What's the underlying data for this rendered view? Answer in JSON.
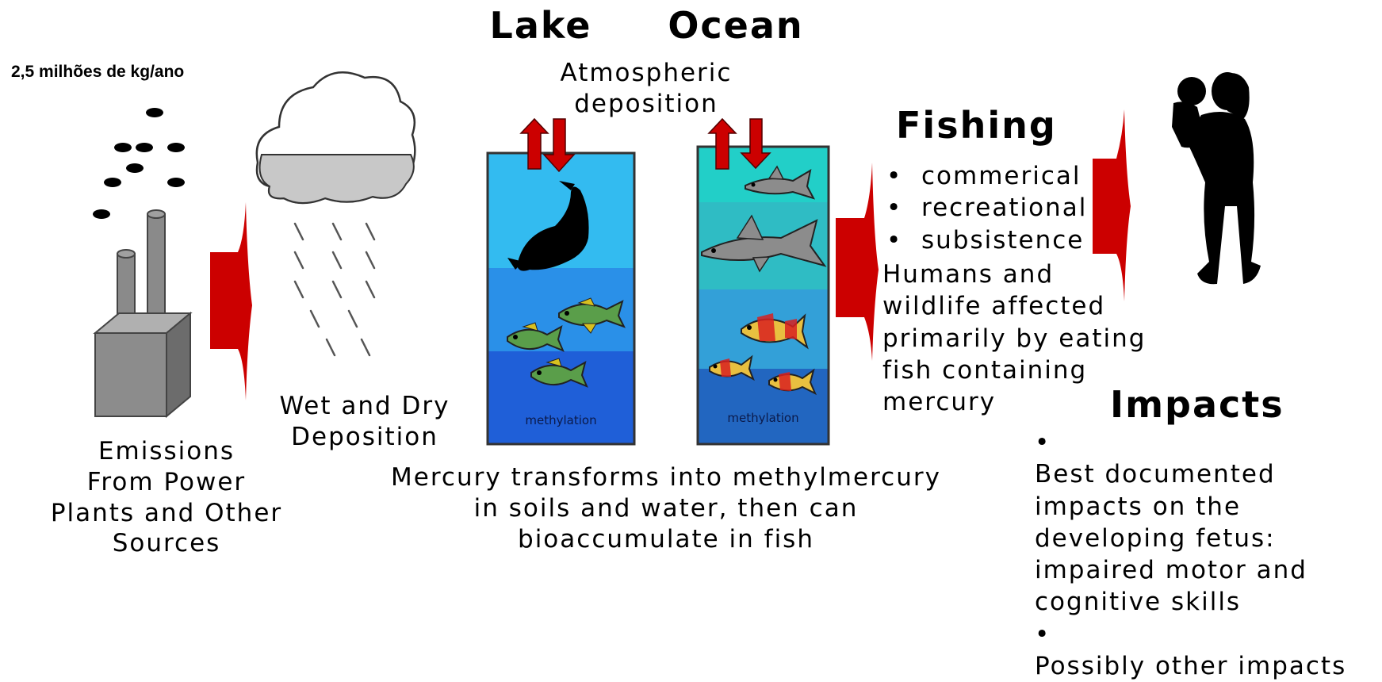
{
  "header": {
    "lake": "Lake",
    "ocean": "Ocean",
    "atmospheric": [
      "Atmospheric",
      "deposition"
    ]
  },
  "top_left_label": "2,5 milhões de kg/ano",
  "emissions_caption": [
    "Emissions",
    "From Power",
    "Plants and Other",
    "Sources"
  ],
  "deposition_caption": [
    "Wet and Dry",
    "Deposition"
  ],
  "lake_tank_label": "methylation",
  "ocean_tank_label": "methylation",
  "transform_caption": [
    "Mercury transforms into methylmercury",
    "in soils and water, then can",
    "bioaccumulate in fish"
  ],
  "fishing": {
    "title": "Fishing",
    "bullets": [
      "commerical",
      "recreational",
      "subsistence"
    ],
    "body": [
      "Humans and",
      "wildlife affected",
      "primarily by eating",
      "fish containing",
      "mercury"
    ]
  },
  "impacts": {
    "title": "Impacts",
    "body": [
      "Best documented",
      "impacts on the",
      "developing fetus:",
      "impaired motor and",
      "cognitive skills",
      "Possibly other impacts"
    ]
  },
  "colors": {
    "arrow": "#cc0000",
    "lake_top": "#33bbf0",
    "lake_mid": "#2a90e8",
    "lake_bottom": "#1f5fd8",
    "ocean_top": "#22cfc8",
    "ocean_mid": "#33a8d8",
    "ocean_bottom": "#2266c0",
    "factory": "#8a8a8a",
    "cloud_shadow": "#c8c8c8"
  }
}
